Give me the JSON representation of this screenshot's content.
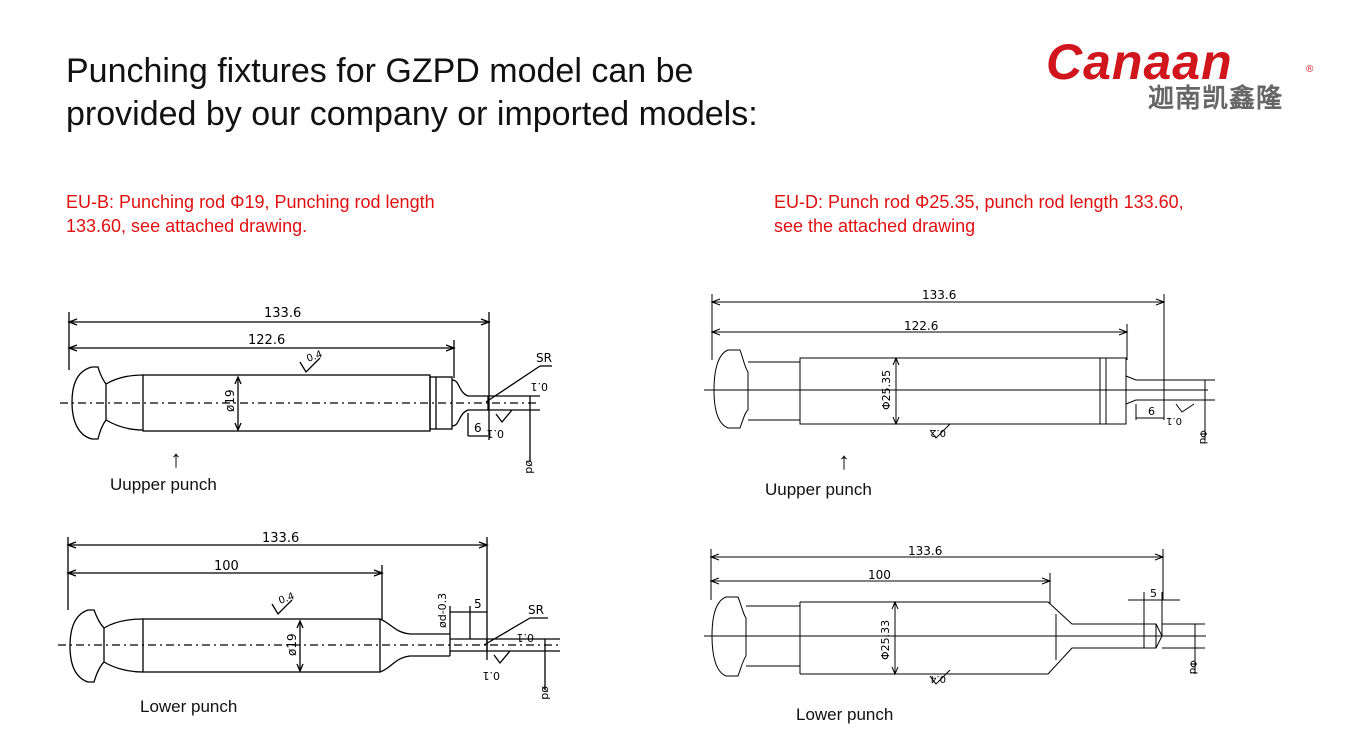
{
  "title": {
    "line1": "Punching fixtures for GZPD model can be",
    "line2": "provided by our company or imported models:"
  },
  "logo": {
    "wordmark": "Canaan",
    "registered": "®",
    "chinese": "迦南凯鑫隆"
  },
  "eu_b": {
    "line1": "EU-B: Punching rod Φ19, Punching rod length",
    "line2": "133.60, see attached drawing.",
    "upper": {
      "caption": "Uupper punch",
      "dim_total": "133.6",
      "dim_body": "122.6",
      "dim_dia": "ø19",
      "dim_tip": "6",
      "dim_tip_angle": "0.1",
      "dim_sr": "SR",
      "dim_sr_val": "0.1",
      "dim_d": "ød",
      "roughness": "0.4"
    },
    "lower": {
      "caption": "Lower punch",
      "dim_total": "133.6",
      "dim_body": "100",
      "dim_dia": "ø19",
      "dim_neck": "ød-0.3",
      "dim_tip": "5",
      "dim_sr": "SR",
      "dim_sr_val": "0.1",
      "dim_tip_angle": "0.1",
      "dim_d": "ød",
      "roughness": "0.4"
    }
  },
  "eu_d": {
    "line1": "EU-D: Punch rod Φ25.35, punch rod length 133.60,",
    "line2": "see the attached drawing",
    "upper": {
      "caption": "Uupper punch",
      "dim_total": "133.6",
      "dim_body": "122.6",
      "dim_dia": "Φ25.35",
      "dim_tip": "6",
      "dim_tip_angle": "0.1",
      "dim_d": "Φd",
      "roughness": "0.2"
    },
    "lower": {
      "caption": "Lower punch",
      "dim_total": "133.6",
      "dim_body": "100",
      "dim_dia": "Φ25.33",
      "dim_tip": "5",
      "dim_d": "Φd",
      "roughness": "0.4"
    }
  },
  "arrow_glyph": "↑"
}
